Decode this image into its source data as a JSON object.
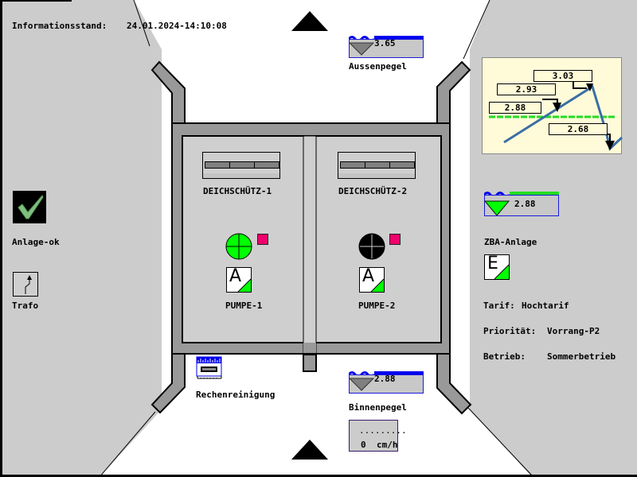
{
  "header": {
    "info_label": "Informationsstand:",
    "info_value": "24.01.2024-14:10:08"
  },
  "nav": {
    "up_arrow": "arrow-up-icon",
    "down_arrow": "arrow-up-icon"
  },
  "aussenpegel": {
    "value": "3.65",
    "label": "Aussenpegel",
    "indicator_color": "#808080"
  },
  "binnenpegel": {
    "value": "2.88",
    "label": "Binnenpegel",
    "indicator_color": "#808080"
  },
  "rate": {
    "dots": ".........",
    "value": "0",
    "unit": "cm/h"
  },
  "status": {
    "anlage_label": "Anlage-ok",
    "trafo_label": "Trafo",
    "rechen_label": "Rechenreinigung"
  },
  "gates": [
    {
      "label": "DEICHSCHÜTZ-1"
    },
    {
      "label": "DEICHSCHÜTZ-2"
    }
  ],
  "pumps": [
    {
      "label": "PUMPE-1",
      "mode": "A",
      "state_color": "#00ff00",
      "alarm_color": "#f0006c"
    },
    {
      "label": "PUMPE-2",
      "mode": "A",
      "state_color": "#000000",
      "alarm_color": "#f0006c"
    }
  ],
  "zba": {
    "value": "2.88",
    "label": "ZBA-Anlage",
    "mode": "E",
    "indicator_color": "#00ff00"
  },
  "info": {
    "tarif_label": "Tarif:",
    "tarif_value": "Hochtarif",
    "prioritaet_label": "Priorität:",
    "prioritaet_value": "Vorrang-P2",
    "betrieb_label": "Betrieb:",
    "betrieb_value": "Sommerbetrieb"
  },
  "trend": {
    "labels": [
      "3.03",
      "2.93",
      "2.88",
      "2.68"
    ],
    "reference_color": "#22dd22",
    "line_color": "#3a6ea5"
  },
  "colors": {
    "panel_gray": "#cccccc",
    "wall_gray": "#999999",
    "water_blue": "#0000ee",
    "ok_green": "#00ff00",
    "alarm_red": "#f0006c"
  }
}
